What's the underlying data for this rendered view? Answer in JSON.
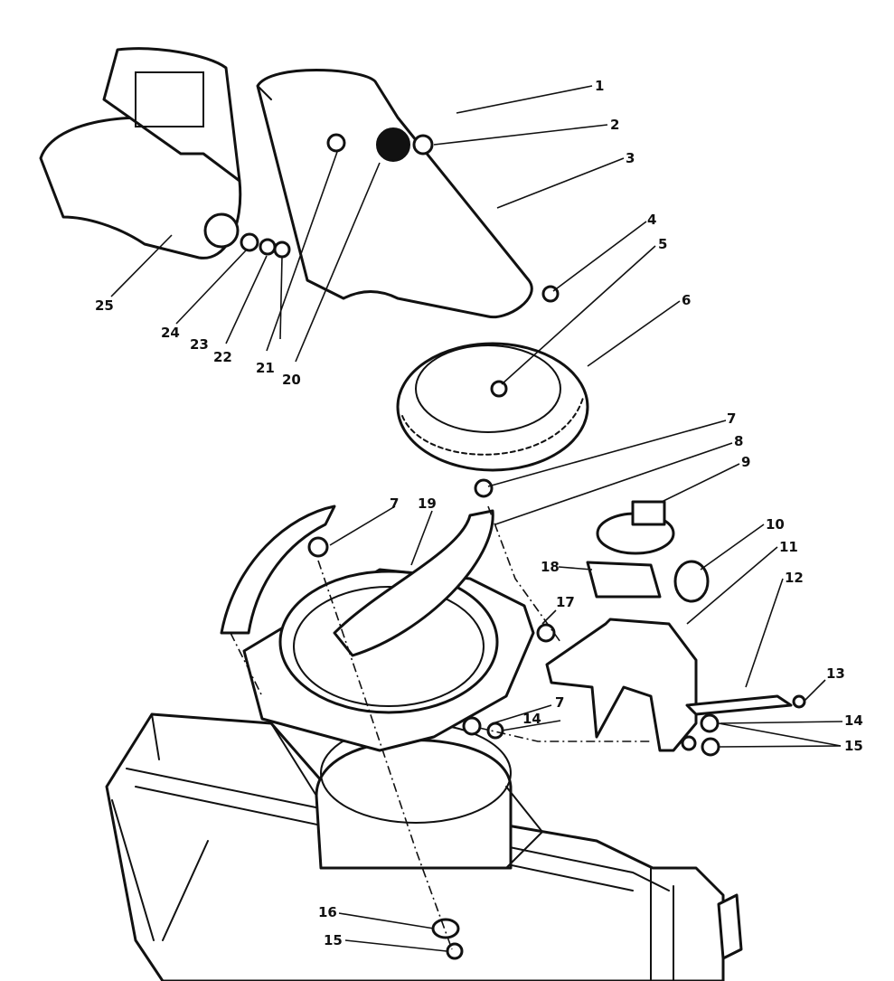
{
  "callouts": [
    "1",
    "2",
    "3",
    "4",
    "5",
    "6",
    "7",
    "8",
    "9",
    "10",
    "11",
    "12",
    "13",
    "14",
    "14",
    "15",
    "15",
    "16",
    "17",
    "18",
    "19",
    "20",
    "21",
    "22",
    "23",
    "24",
    "25",
    "7",
    "7"
  ]
}
